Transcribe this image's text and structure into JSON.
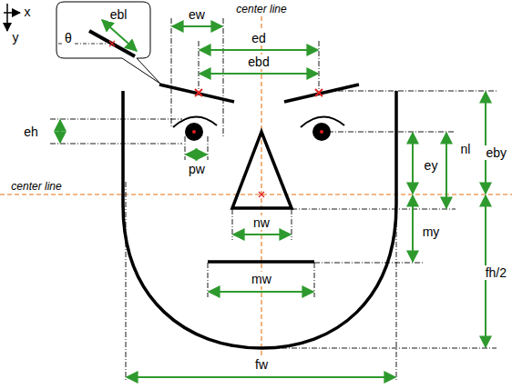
{
  "diagram": {
    "labels": [
      "x",
      "y",
      "center line",
      "center line",
      "ebl",
      "θ",
      "ew",
      "ed",
      "ebd",
      "eh",
      "pw",
      "ey",
      "nl",
      "eby",
      "my",
      "fh/2",
      "nw",
      "mw",
      "fw"
    ]
  }
}
